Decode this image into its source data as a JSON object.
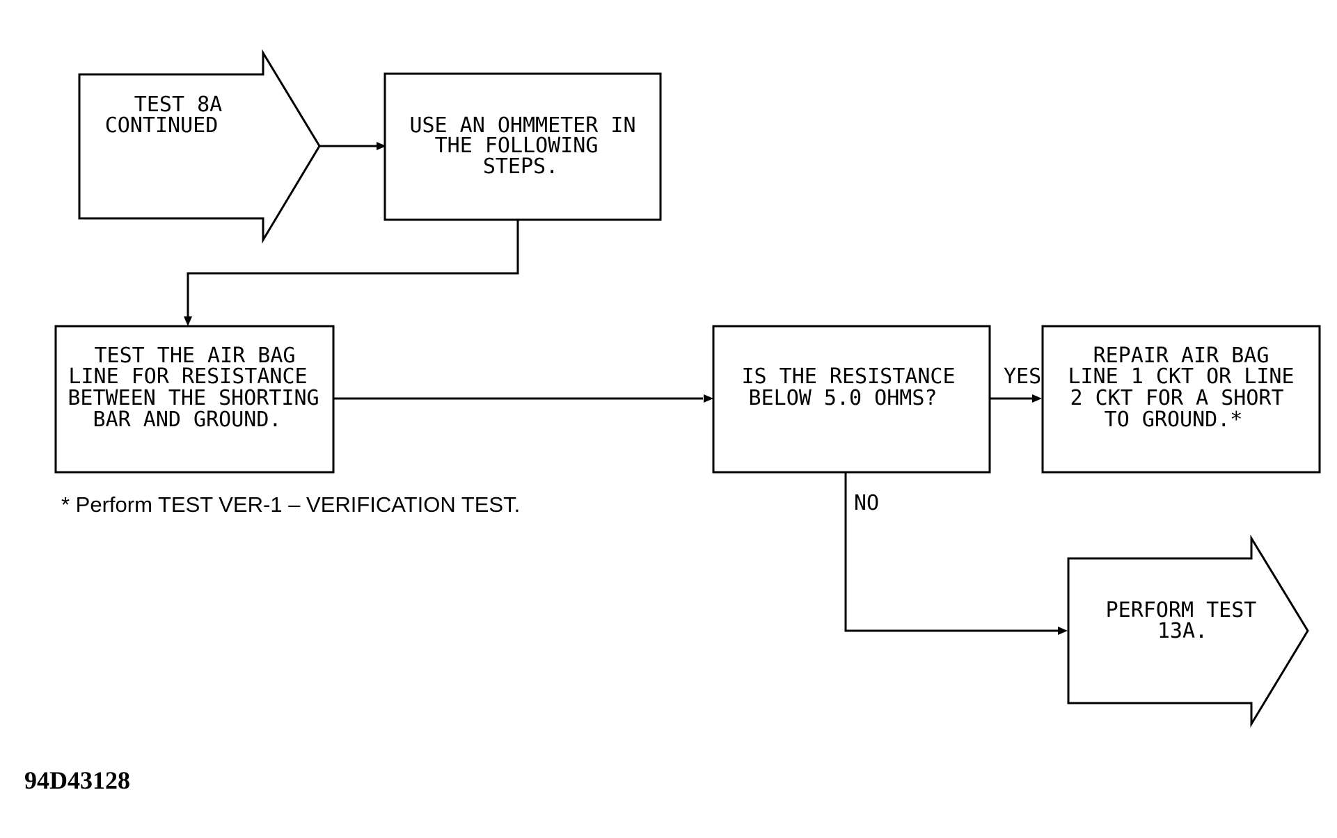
{
  "nodes": {
    "test8a": {
      "lines": [
        "TEST 8A",
        "CONTINUED"
      ]
    },
    "ohmmeter": {
      "lines": [
        "USE AN OHMMETER IN",
        "THE FOLLOWING",
        "STEPS."
      ]
    },
    "test_line": {
      "lines": [
        "TEST THE AIR BAG",
        "LINE FOR RESISTANCE",
        "BETWEEN THE SHORTING",
        "BAR AND GROUND."
      ]
    },
    "question": {
      "lines": [
        "IS THE RESISTANCE",
        "BELOW 5.0 OHMS?"
      ]
    },
    "repair": {
      "lines": [
        "REPAIR AIR BAG",
        "LINE 1 CKT OR LINE",
        "2 CKT FOR A SHORT",
        "TO GROUND.*"
      ]
    },
    "test13a": {
      "lines": [
        "PERFORM TEST",
        "13A."
      ]
    }
  },
  "edges": {
    "yes_label": "YES",
    "no_label": "NO"
  },
  "footnote": "* Perform TEST VER-1 – VERIFICATION TEST.",
  "figure_id": "94D43128"
}
